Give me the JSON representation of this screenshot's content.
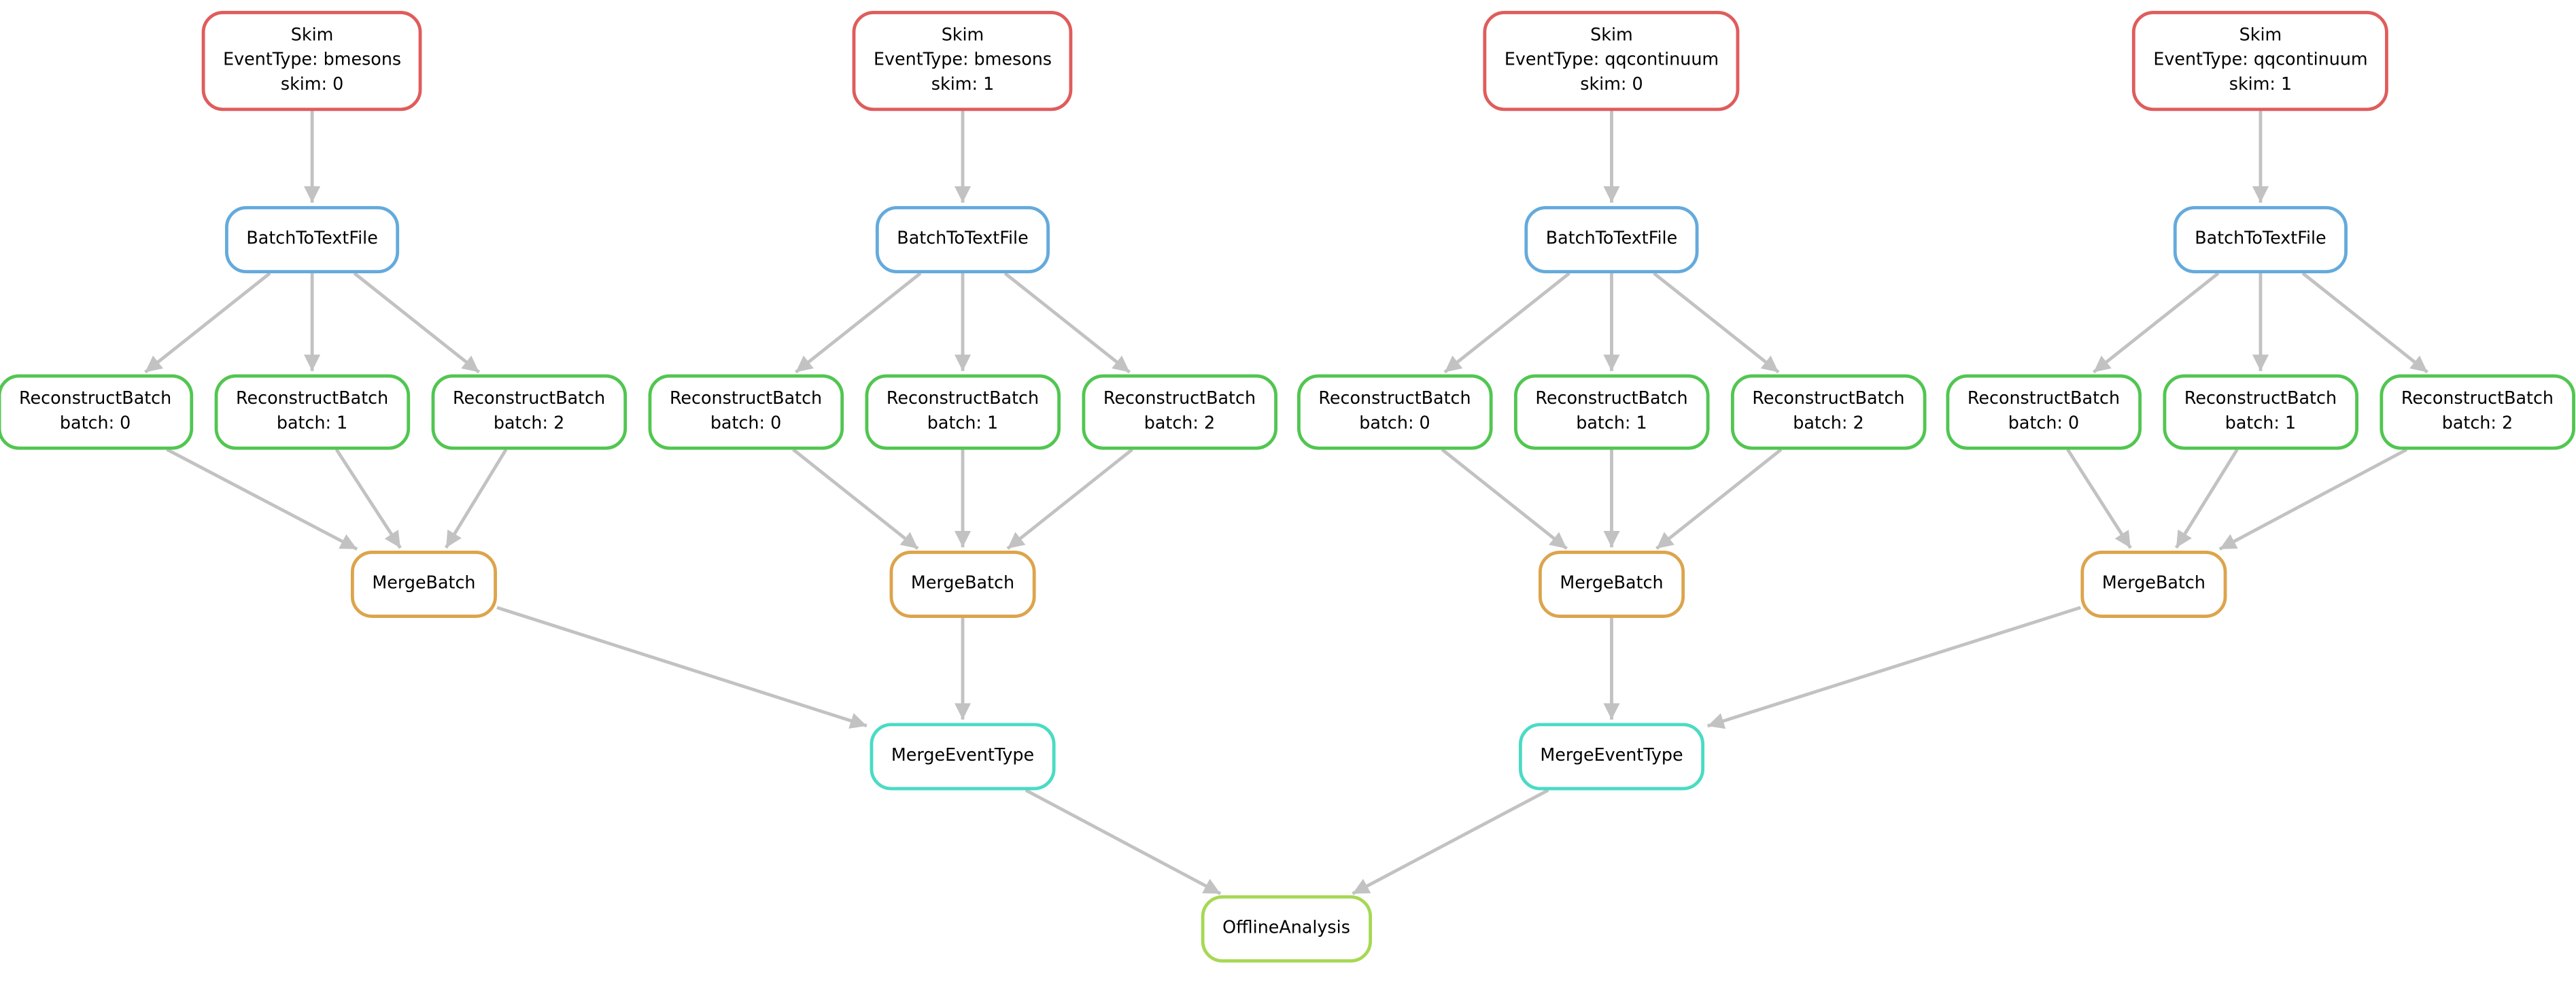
{
  "diagram": {
    "background_color": "#ffffff",
    "edge_color": "#c2c2c2",
    "node_type_colors": {
      "Skim": "#e05c5c",
      "BatchToTextFile": "#64aadc",
      "ReconstructBatch": "#51c651",
      "MergeBatch": "#dca44c",
      "MergeEventType": "#4adbc4",
      "OfflineAnalysis": "#a6d854"
    },
    "nodes": [
      {
        "id": "skim-bmesons-0",
        "type": "Skim",
        "border_color": "#e05c5c",
        "lines": [
          "Skim",
          "EventType: bmesons",
          "skim: 0"
        ]
      },
      {
        "id": "skim-bmesons-1",
        "type": "Skim",
        "border_color": "#e05c5c",
        "lines": [
          "Skim",
          "EventType: bmesons",
          "skim: 1"
        ]
      },
      {
        "id": "skim-qqcontinuum-0",
        "type": "Skim",
        "border_color": "#e05c5c",
        "lines": [
          "Skim",
          "EventType: qqcontinuum",
          "skim: 0"
        ]
      },
      {
        "id": "skim-qqcontinuum-1",
        "type": "Skim",
        "border_color": "#e05c5c",
        "lines": [
          "Skim",
          "EventType: qqcontinuum",
          "skim: 1"
        ]
      },
      {
        "id": "btf-0",
        "type": "BatchToTextFile",
        "border_color": "#64aadc",
        "lines": [
          "BatchToTextFile"
        ]
      },
      {
        "id": "btf-1",
        "type": "BatchToTextFile",
        "border_color": "#64aadc",
        "lines": [
          "BatchToTextFile"
        ]
      },
      {
        "id": "btf-2",
        "type": "BatchToTextFile",
        "border_color": "#64aadc",
        "lines": [
          "BatchToTextFile"
        ]
      },
      {
        "id": "btf-3",
        "type": "BatchToTextFile",
        "border_color": "#64aadc",
        "lines": [
          "BatchToTextFile"
        ]
      },
      {
        "id": "rb-0-0",
        "type": "ReconstructBatch",
        "border_color": "#51c651",
        "lines": [
          "ReconstructBatch",
          "batch: 0"
        ]
      },
      {
        "id": "rb-0-1",
        "type": "ReconstructBatch",
        "border_color": "#51c651",
        "lines": [
          "ReconstructBatch",
          "batch: 1"
        ]
      },
      {
        "id": "rb-0-2",
        "type": "ReconstructBatch",
        "border_color": "#51c651",
        "lines": [
          "ReconstructBatch",
          "batch: 2"
        ]
      },
      {
        "id": "rb-1-0",
        "type": "ReconstructBatch",
        "border_color": "#51c651",
        "lines": [
          "ReconstructBatch",
          "batch: 0"
        ]
      },
      {
        "id": "rb-1-1",
        "type": "ReconstructBatch",
        "border_color": "#51c651",
        "lines": [
          "ReconstructBatch",
          "batch: 1"
        ]
      },
      {
        "id": "rb-1-2",
        "type": "ReconstructBatch",
        "border_color": "#51c651",
        "lines": [
          "ReconstructBatch",
          "batch: 2"
        ]
      },
      {
        "id": "rb-2-0",
        "type": "ReconstructBatch",
        "border_color": "#51c651",
        "lines": [
          "ReconstructBatch",
          "batch: 0"
        ]
      },
      {
        "id": "rb-2-1",
        "type": "ReconstructBatch",
        "border_color": "#51c651",
        "lines": [
          "ReconstructBatch",
          "batch: 1"
        ]
      },
      {
        "id": "rb-2-2",
        "type": "ReconstructBatch",
        "border_color": "#51c651",
        "lines": [
          "ReconstructBatch",
          "batch: 2"
        ]
      },
      {
        "id": "rb-3-0",
        "type": "ReconstructBatch",
        "border_color": "#51c651",
        "lines": [
          "ReconstructBatch",
          "batch: 0"
        ]
      },
      {
        "id": "rb-3-1",
        "type": "ReconstructBatch",
        "border_color": "#51c651",
        "lines": [
          "ReconstructBatch",
          "batch: 1"
        ]
      },
      {
        "id": "rb-3-2",
        "type": "ReconstructBatch",
        "border_color": "#51c651",
        "lines": [
          "ReconstructBatch",
          "batch: 2"
        ]
      },
      {
        "id": "mb-0",
        "type": "MergeBatch",
        "border_color": "#dca44c",
        "lines": [
          "MergeBatch"
        ]
      },
      {
        "id": "mb-1",
        "type": "MergeBatch",
        "border_color": "#dca44c",
        "lines": [
          "MergeBatch"
        ]
      },
      {
        "id": "mb-2",
        "type": "MergeBatch",
        "border_color": "#dca44c",
        "lines": [
          "MergeBatch"
        ]
      },
      {
        "id": "mb-3",
        "type": "MergeBatch",
        "border_color": "#dca44c",
        "lines": [
          "MergeBatch"
        ]
      },
      {
        "id": "met-0",
        "type": "MergeEventType",
        "border_color": "#4adbc4",
        "lines": [
          "MergeEventType"
        ]
      },
      {
        "id": "met-1",
        "type": "MergeEventType",
        "border_color": "#4adbc4",
        "lines": [
          "MergeEventType"
        ]
      },
      {
        "id": "oa",
        "type": "OfflineAnalysis",
        "border_color": "#a6d854",
        "lines": [
          "OfflineAnalysis"
        ]
      }
    ],
    "edges": [
      [
        "skim-bmesons-0",
        "btf-0"
      ],
      [
        "btf-0",
        "rb-0-0"
      ],
      [
        "btf-0",
        "rb-0-1"
      ],
      [
        "btf-0",
        "rb-0-2"
      ],
      [
        "rb-0-0",
        "mb-0"
      ],
      [
        "rb-0-1",
        "mb-0"
      ],
      [
        "rb-0-2",
        "mb-0"
      ],
      [
        "skim-bmesons-1",
        "btf-1"
      ],
      [
        "btf-1",
        "rb-1-0"
      ],
      [
        "btf-1",
        "rb-1-1"
      ],
      [
        "btf-1",
        "rb-1-2"
      ],
      [
        "rb-1-0",
        "mb-1"
      ],
      [
        "rb-1-1",
        "mb-1"
      ],
      [
        "rb-1-2",
        "mb-1"
      ],
      [
        "skim-qqcontinuum-0",
        "btf-2"
      ],
      [
        "btf-2",
        "rb-2-0"
      ],
      [
        "btf-2",
        "rb-2-1"
      ],
      [
        "btf-2",
        "rb-2-2"
      ],
      [
        "rb-2-0",
        "mb-2"
      ],
      [
        "rb-2-1",
        "mb-2"
      ],
      [
        "rb-2-2",
        "mb-2"
      ],
      [
        "skim-qqcontinuum-1",
        "btf-3"
      ],
      [
        "btf-3",
        "rb-3-0"
      ],
      [
        "btf-3",
        "rb-3-1"
      ],
      [
        "btf-3",
        "rb-3-2"
      ],
      [
        "rb-3-0",
        "mb-3"
      ],
      [
        "rb-3-1",
        "mb-3"
      ],
      [
        "rb-3-2",
        "mb-3"
      ],
      [
        "mb-0",
        "met-0"
      ],
      [
        "mb-1",
        "met-0"
      ],
      [
        "mb-2",
        "met-1"
      ],
      [
        "mb-3",
        "met-1"
      ],
      [
        "met-0",
        "oa"
      ],
      [
        "met-1",
        "oa"
      ]
    ]
  }
}
